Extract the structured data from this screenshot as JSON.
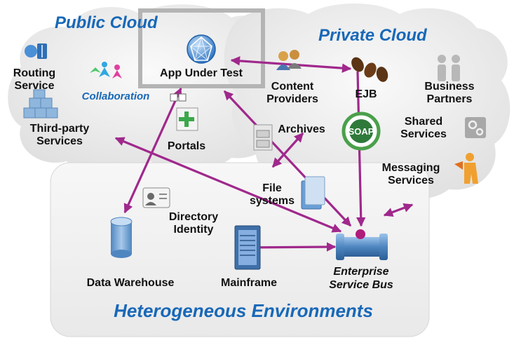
{
  "regions": {
    "public_cloud": "Public Cloud",
    "private_cloud": "Private Cloud",
    "heterogeneous": "Heterogeneous Environments"
  },
  "nodes": {
    "routing_service": [
      "Routing",
      "Service"
    ],
    "collaboration": "Collaboration",
    "app_under_test": "App Under Test",
    "third_party": [
      "Third-party",
      "Services"
    ],
    "portals": "Portals",
    "content_providers": [
      "Content",
      "Providers"
    ],
    "ejb": "EJB",
    "business_partners": [
      "Business",
      "Partners"
    ],
    "archives": "Archives",
    "shared_services": [
      "Shared",
      "Services"
    ],
    "messaging_services": [
      "Messaging",
      "Services"
    ],
    "file_systems": [
      "File",
      "systems"
    ],
    "directory_identity": [
      "Directory",
      "Identity"
    ],
    "data_warehouse": "Data Warehouse",
    "mainframe": "Mainframe",
    "esb": [
      "Enterprise",
      "Service Bus"
    ]
  },
  "icons": {
    "soap_badge": "SOAP"
  },
  "colors": {
    "arrow": "#a0288c",
    "region_label": "#1868b8",
    "cloud": "#ececec",
    "cylinder": "#6c9ccc"
  }
}
